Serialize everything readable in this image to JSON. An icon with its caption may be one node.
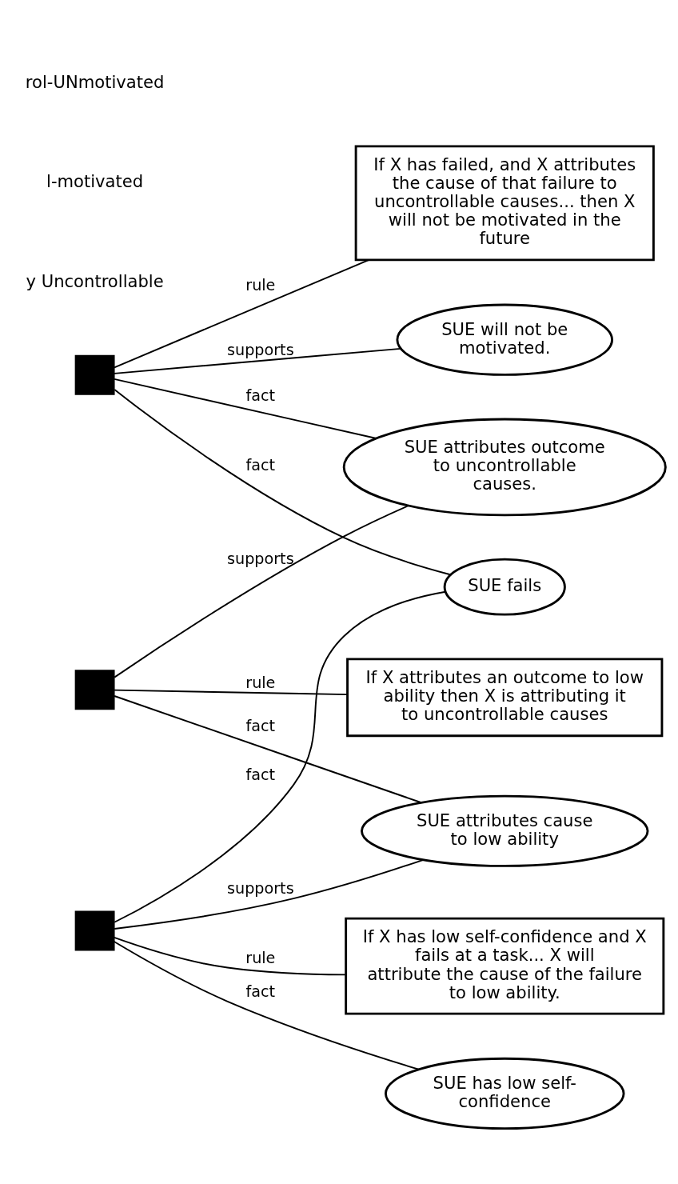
{
  "diagram": {
    "nodes": [
      {
        "text": [
          "SUE will not be motivated."
        ]
      },
      {
        "text": [],
        "shape": "box"
      },
      {
        "text": [
          "If X has failed, and X attributes the cause of that failure to uncontrollable causes... then X will not be motivated in the future"
        ]
      },
      {
        "text": [
          "SUE attributes outcome to uncontrollable causes."
        ]
      },
      {
        "text": [],
        "shape": "box"
      },
      {
        "text": [
          "If X attributes an outcome to low ability then X is attributing it to uncontrollable causes"
        ]
      },
      {
        "text": [
          "SUE fails"
        ]
      },
      {
        "text": [
          "SUE attributes cause to low ability"
        ]
      },
      {
        "text": [],
        "shape": "box"
      },
      {
        "text": [
          "If X has low self-confidence and X fails at a task... X will attribute the cause of the failure to low ability."
        ]
      },
      {
        "text": [
          "SUE has low self-confidence"
        ]
      }
    ],
    "edges": [
      {
        "from": 1,
        "to": 0,
        "arrow": "none",
        "label": "supports"
      },
      {
        "from": 1,
        "to": 2,
        "arrow": "none",
        "label": "rule"
      },
      {
        "from": 1,
        "to": 3,
        "arrow": "none",
        "label": "fact"
      },
      {
        "from": 1,
        "to": 6,
        "arrow": "none",
        "label": "fact"
      },
      {
        "from": 4,
        "to": 3,
        "arrow": "none",
        "label": "supports"
      },
      {
        "from": 4,
        "to": 5,
        "arrow": "none",
        "label": "rule"
      },
      {
        "from": 4,
        "to": 7,
        "arrow": "none",
        "label": "fact"
      },
      {
        "from": 8,
        "to": 7,
        "arrow": "none",
        "label": "supports"
      },
      {
        "from": 8,
        "to": 9,
        "arrow": "none",
        "label": "rule"
      },
      {
        "from": 8,
        "to": 10,
        "arrow": "none",
        "label": "fact"
      },
      {
        "from": 8,
        "to": 6,
        "arrow": "none",
        "label": "fact"
      }
    ],
    "labels": [
      "y Uncontrollable",
      "l-motivated",
      "rol-UNmotivated"
    ]
  }
}
